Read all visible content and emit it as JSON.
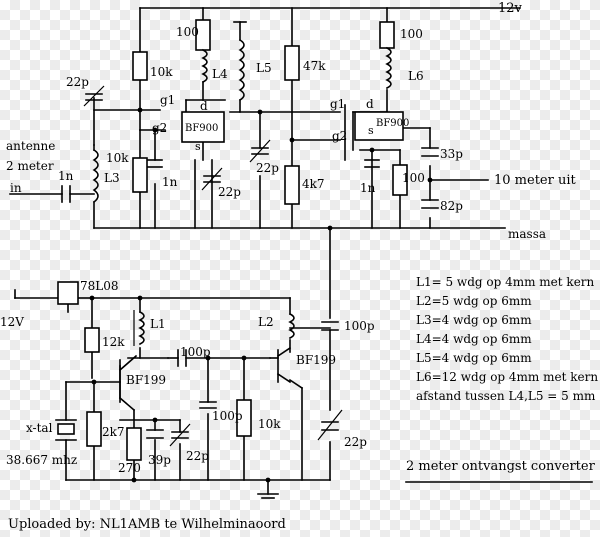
{
  "labels": {
    "supply_top": "12v",
    "r_100_left": "100",
    "r_10k_top": "10k",
    "l4": "L4",
    "l5": "L5",
    "r_47k": "47k",
    "r_100_right": "100",
    "l6": "L6",
    "c_22p_top": "22p",
    "g1_left": "g1",
    "g2_left": "g2",
    "d_left": "d",
    "fet_left": "BF900",
    "s_left": "s",
    "g1_right": "g1",
    "d_right": "d",
    "g2_right": "g2",
    "s_right": "s",
    "fet_right": "BF900",
    "antenne": "antenne",
    "two_meter": "2 meter",
    "in": "in",
    "c_1n_in": "1n",
    "l3": "L3",
    "r_10k_mid": "10k",
    "c_1n_mid": "1n",
    "c_22p_a": "22p",
    "c_22p_b": "22p",
    "r_4k7": "4k7",
    "c_1n_right": "1n",
    "r_100_src": "100",
    "c_33p": "33p",
    "c_82p": "82p",
    "out": "10 meter uit",
    "massa": "massa",
    "reg": "78L08",
    "supply_bottom": "12V",
    "r_12k": "12k",
    "l1": "L1",
    "l2": "L2",
    "c_100p_a": "100p",
    "c_100p_b": "100p",
    "c_100p_c": "100p",
    "q1": "BF199",
    "q2": "BF199",
    "xtal": "x-tal",
    "r_2k7": "2k7",
    "r_270": "270",
    "c_39p": "39p",
    "c_22p_osc": "22p",
    "r_10k_osc": "10k",
    "c_22p_trim": "22p",
    "freq": "38.667 mhz",
    "uploaded": "Uploaded by: NL1AMB te Wilhelminaoord"
  },
  "notes": [
    "L1= 5 wdg op 4mm met kern",
    "L2=5 wdg op 6mm",
    "L3=4 wdg op 6mm",
    "L4=4 wdg op 6mm",
    "L5=4 wdg op 6mm",
    "L6=12 wdg op 4mm met kern",
    "afstand tussen L4,L5 = 5 mm"
  ],
  "caption": "2 meter ontvangst converter"
}
